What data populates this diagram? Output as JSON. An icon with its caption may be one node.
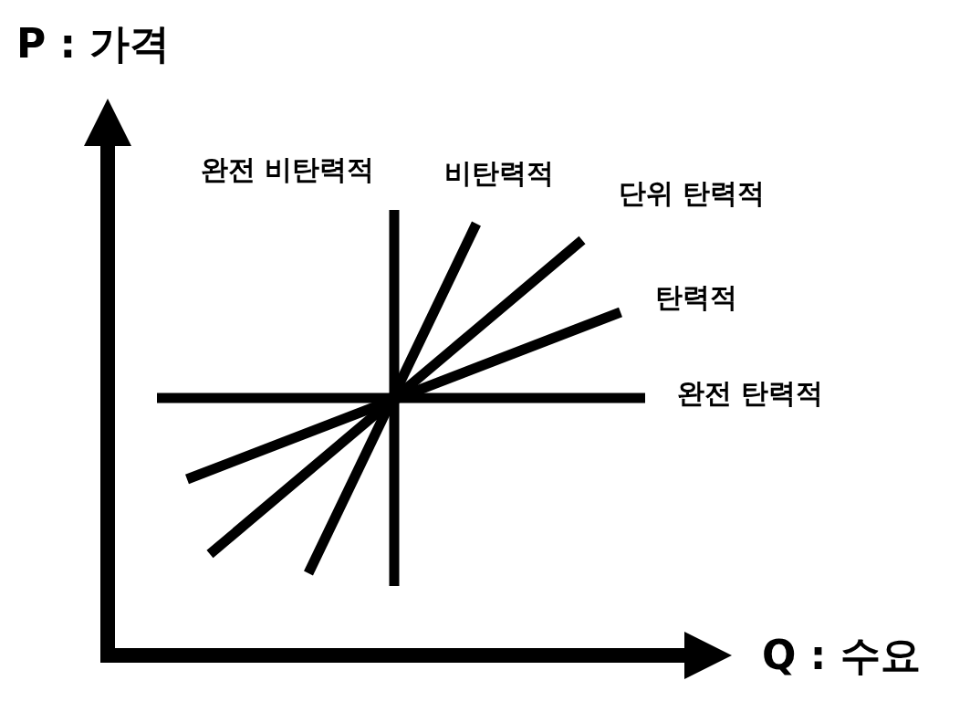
{
  "diagram": {
    "labels": [
      "P : 가격",
      "완전 비탄력적",
      "비탄력적",
      "단위 탄력적",
      "탄력적",
      "완전 탄력적",
      "Q : 수요"
    ]
  }
}
